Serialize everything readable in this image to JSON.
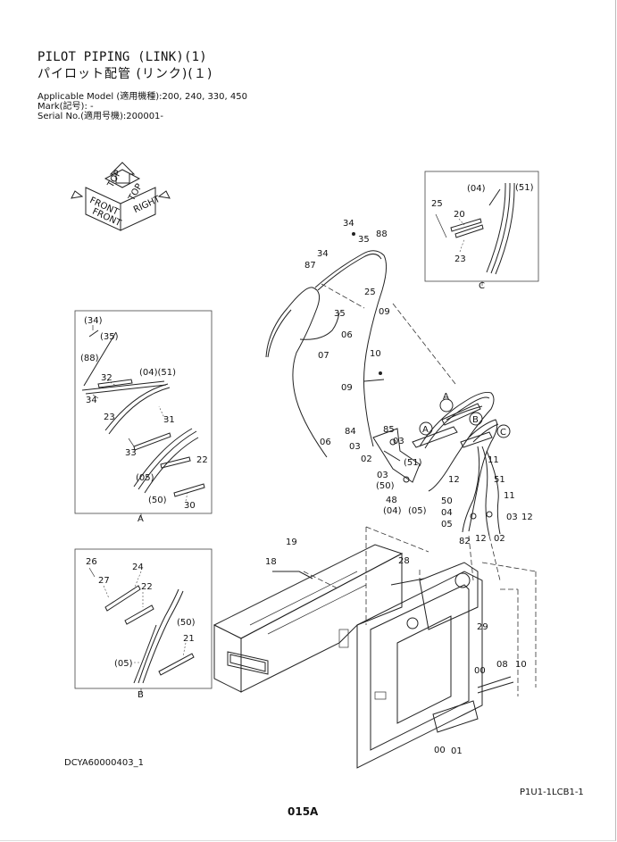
{
  "header": {
    "title_en": "PILOT PIPING (LINK)(1)",
    "title_ja": "パイロット配管 (リンク)(１)",
    "applicable_model": "Applicable Model (適用機種):200, 240, 330, 450",
    "mark": "Mark(記号): -",
    "serial_no": "Serial No.(適用号機):200001-"
  },
  "orientation_icon": {
    "top": "TOP",
    "front": "FRONT",
    "right": "RIGHT",
    "front2": "FRONT"
  },
  "detail_A": {
    "caption": "A",
    "labels": {
      "l34p": "(34)",
      "l35p": "(35)",
      "l88p": "(88)",
      "l32": "32",
      "l34": "34",
      "l23": "23",
      "l04": "(04)(51)",
      "l31": "31",
      "l33": "33",
      "l22": "22",
      "l05": "(05)",
      "l50": "(50)",
      "l30": "30"
    }
  },
  "detail_B": {
    "caption": "B",
    "labels": {
      "l26": "26",
      "l27": "27",
      "l24": "24",
      "l22": "22",
      "l50": "(50)",
      "l21": "21",
      "l05": "(05)"
    }
  },
  "detail_C": {
    "caption": "C",
    "labels": {
      "l04": "(04)",
      "l51": "(51)",
      "l25": "25",
      "l20": "20",
      "l23": "23"
    }
  },
  "main_labels": {
    "m34a": "34",
    "m35a": "35",
    "m88": "88",
    "m34b": "34",
    "m87": "87",
    "m25": "25",
    "m09a": "09",
    "m35b": "35",
    "m06a": "06",
    "m07": "07",
    "m10": "10",
    "m09b": "09",
    "mA1": "A",
    "mA2": "A",
    "mB": "B",
    "mC": "C",
    "m84": "84",
    "m85": "85",
    "m03a": "03",
    "m03b": "03",
    "m02a": "02",
    "m51p": "(51)",
    "m03c": "03",
    "m50p": "(50)",
    "m48": "48",
    "m04p": "(04)",
    "m05p": "(05)",
    "m06b": "06",
    "m11a": "11",
    "m12a": "12",
    "m51": "51",
    "m50": "50",
    "m04": "04",
    "m11b": "11",
    "m05": "05",
    "m03d": "03",
    "m12b": "12",
    "m82": "82",
    "m12c": "12",
    "m02b": "02",
    "m19": "19",
    "m18": "18",
    "m28": "28",
    "m29": "29",
    "m00a": "00",
    "m08": "08",
    "m10b": "10",
    "m00b": "00",
    "m01": "01"
  },
  "footer": {
    "doc_id": "DCYA60000403_1",
    "page": "015A",
    "code": "P1U1-1LCB1-1"
  }
}
